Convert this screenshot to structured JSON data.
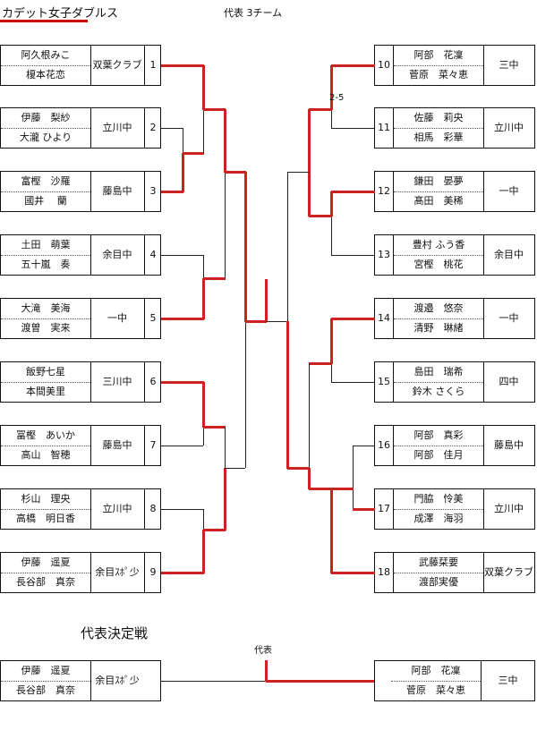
{
  "title": "カデット女子ダブルス",
  "subtitle": "代表 3チーム",
  "final_section_title": "代表決定戦",
  "score_label": "2-5",
  "final_label": "代表",
  "left_entries": [
    {
      "num": "1",
      "p1": "阿久根みこ",
      "p2": "榎本花恋",
      "team": "双葉クラブ"
    },
    {
      "num": "2",
      "p1": "伊藤　梨紗",
      "p2": "大瀧 ひより",
      "team": "立川中"
    },
    {
      "num": "3",
      "p1": "富樫　沙羅",
      "p2": "國井　 蘭",
      "team": "藤島中"
    },
    {
      "num": "4",
      "p1": "土田　萌葉",
      "p2": "五十嵐　奏",
      "team": "余目中"
    },
    {
      "num": "5",
      "p1": "大滝　美海",
      "p2": "渡曽　実来",
      "team": "一中"
    },
    {
      "num": "6",
      "p1": "飯野七星",
      "p2": "本間美里",
      "team": "三川中"
    },
    {
      "num": "7",
      "p1": "冨樫　あいか",
      "p2": "高山　智穂",
      "team": "藤島中"
    },
    {
      "num": "8",
      "p1": "杉山　理央",
      "p2": "高橋　明日香",
      "team": "立川中"
    },
    {
      "num": "9",
      "p1": "伊藤　遥夏",
      "p2": "長谷部　真奈",
      "team": "余目ｽﾎﾟ少"
    }
  ],
  "right_entries": [
    {
      "num": "10",
      "p1": "阿部　花凜",
      "p2": "菅原　菜々恵",
      "team": "三中"
    },
    {
      "num": "11",
      "p1": "佐藤　莉央",
      "p2": "相馬　彩華",
      "team": "立川中"
    },
    {
      "num": "12",
      "p1": "鎌田　晏夢",
      "p2": "髙田　美稀",
      "team": "一中"
    },
    {
      "num": "13",
      "p1": "豊村 ふう香",
      "p2": "宮樫　桃花",
      "team": "余目中"
    },
    {
      "num": "14",
      "p1": "渡邉　悠奈",
      "p2": "清野　琳緒",
      "team": "一中"
    },
    {
      "num": "15",
      "p1": "島田　瑞希",
      "p2": "鈴木 さくら",
      "team": "四中"
    },
    {
      "num": "16",
      "p1": "阿部　真彩",
      "p2": "阿部　佳月",
      "team": "藤島中"
    },
    {
      "num": "17",
      "p1": "門脇　怜美",
      "p2": "成澤　海羽",
      "team": "立川中"
    },
    {
      "num": "18",
      "p1": "武藤栞要",
      "p2": "渡部実優",
      "team": "双葉クラブ"
    }
  ],
  "final_left": {
    "p1": "伊藤　遥夏",
    "p2": "長谷部　真奈",
    "team": "余目ｽﾎﾟ少"
  },
  "final_right": {
    "p1": "阿部　花凜",
    "p2": "菅原　菜々恵",
    "team": "三中"
  }
}
